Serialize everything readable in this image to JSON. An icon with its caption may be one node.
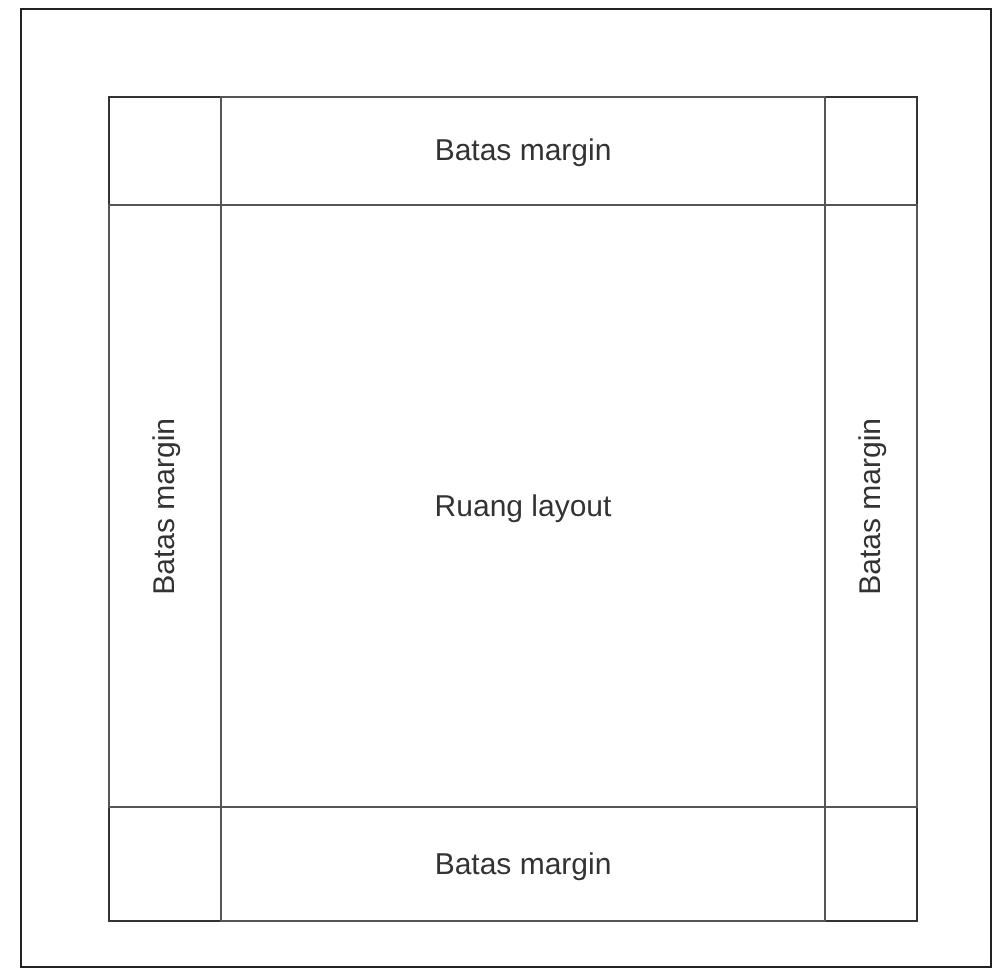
{
  "diagram": {
    "nodes": [
      {
        "text": [
          "Batas margin"
        ]
      },
      {
        "text": [
          "Batas margin"
        ]
      },
      {
        "text": [
          "Ruang layout"
        ]
      },
      {
        "text": [
          "Batas margin"
        ]
      },
      {
        "text": [
          "Batas margin"
        ]
      }
    ]
  }
}
